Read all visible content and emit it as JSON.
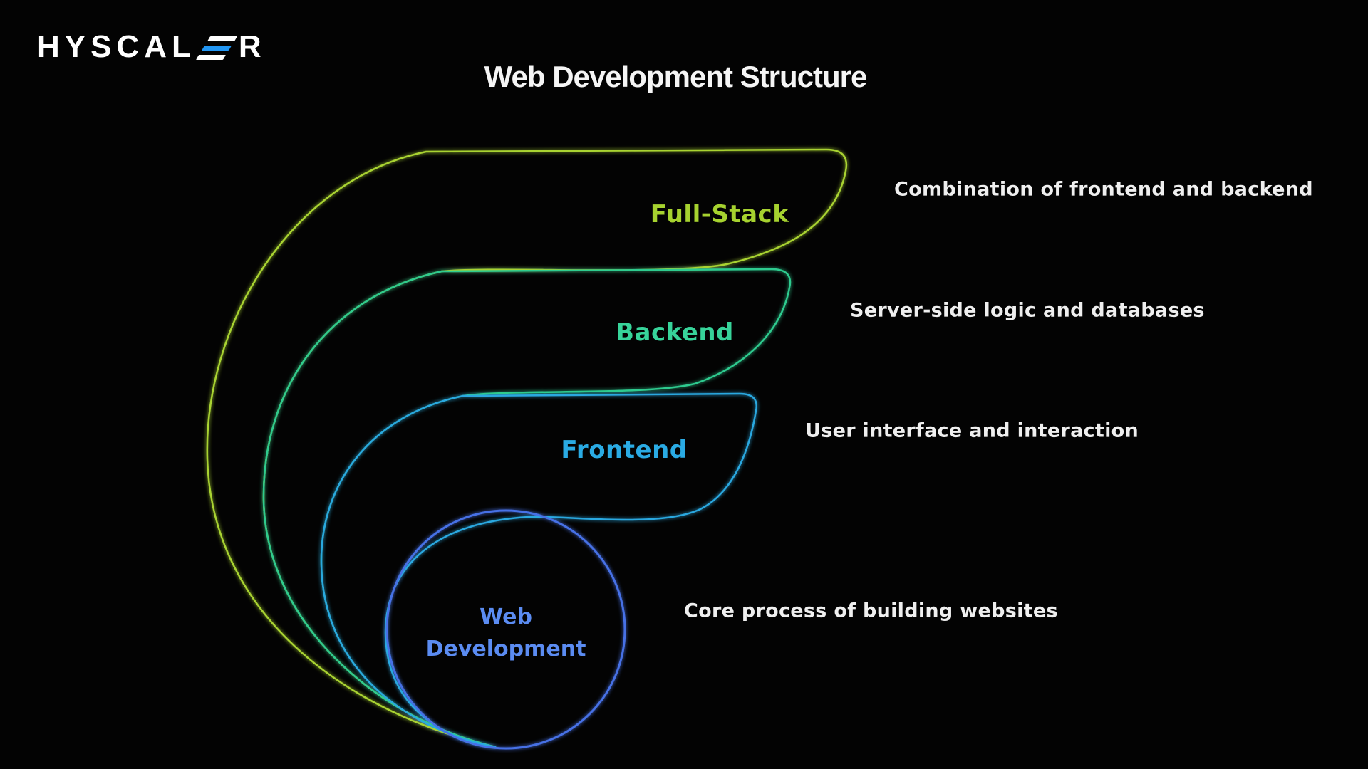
{
  "page": {
    "background_color": "#030303",
    "title": "Web Development Structure"
  },
  "logo": {
    "prefix": "HYSCAL",
    "suffix": "R",
    "stylized_letter": "E",
    "bar_color_blue": "#2196f3",
    "text_color": "#ffffff"
  },
  "diagram": {
    "type": "nested-petal-hierarchy",
    "layers": [
      {
        "id": "full-stack",
        "label": "Full-Stack",
        "description": "Combination of frontend and backend",
        "color": "#a9d330"
      },
      {
        "id": "backend",
        "label": "Backend",
        "description": "Server-side logic and databases",
        "color": "#2ecb8f"
      },
      {
        "id": "frontend",
        "label": "Frontend",
        "description": "User interface and interaction",
        "color": "#29a8e0"
      },
      {
        "id": "web-development",
        "label_line1": "Web",
        "label_line2": "Development",
        "description": "Core process of building websites",
        "color": "#4671e6"
      }
    ]
  }
}
